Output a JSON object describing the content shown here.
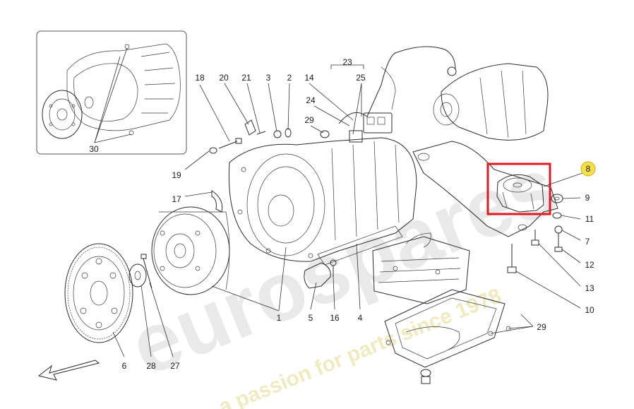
{
  "watermark": {
    "brand": "eurospares",
    "tagline": "a passion for parts since 1978"
  },
  "highlight": {
    "part_number": "8",
    "box_color": "#e0191d",
    "badge_color": "#f7e04a"
  },
  "callouts": [
    {
      "id": "30",
      "label": "30"
    },
    {
      "id": "18",
      "label": "18"
    },
    {
      "id": "20",
      "label": "20"
    },
    {
      "id": "21",
      "label": "21"
    },
    {
      "id": "3",
      "label": "3"
    },
    {
      "id": "2",
      "label": "2"
    },
    {
      "id": "14",
      "label": "14"
    },
    {
      "id": "23",
      "label": "23"
    },
    {
      "id": "25",
      "label": "25"
    },
    {
      "id": "24",
      "label": "24"
    },
    {
      "id": "29a",
      "label": "29"
    },
    {
      "id": "19",
      "label": "19"
    },
    {
      "id": "17",
      "label": "17"
    },
    {
      "id": "9",
      "label": "9"
    },
    {
      "id": "11",
      "label": "11"
    },
    {
      "id": "7",
      "label": "7"
    },
    {
      "id": "12",
      "label": "12"
    },
    {
      "id": "13",
      "label": "13"
    },
    {
      "id": "10",
      "label": "10"
    },
    {
      "id": "1",
      "label": "1"
    },
    {
      "id": "5",
      "label": "5"
    },
    {
      "id": "16",
      "label": "16"
    },
    {
      "id": "4",
      "label": "4"
    },
    {
      "id": "29b",
      "label": "29"
    },
    {
      "id": "6",
      "label": "6"
    },
    {
      "id": "28",
      "label": "28"
    },
    {
      "id": "27",
      "label": "27"
    }
  ]
}
